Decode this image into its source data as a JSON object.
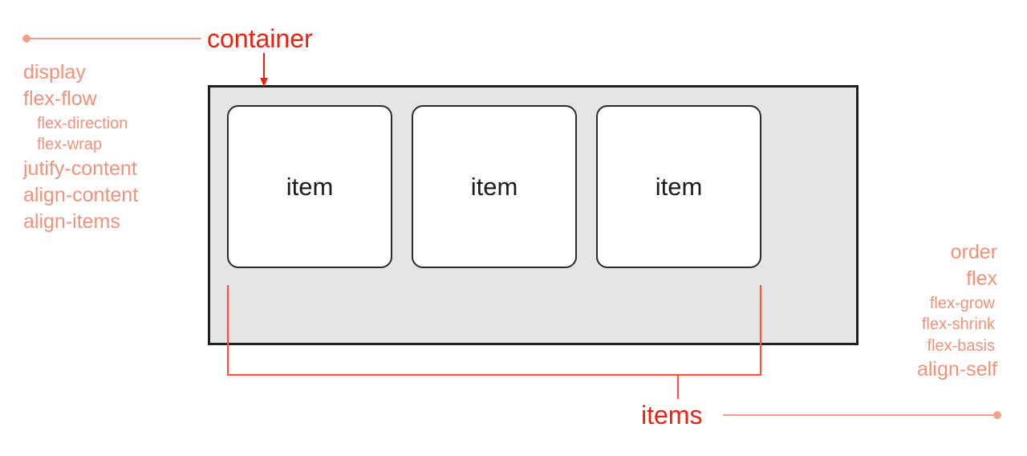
{
  "diagram": {
    "title_container": "container",
    "title_items": "items",
    "container_properties": [
      {
        "label": "display",
        "level": 1
      },
      {
        "label": "flex-flow",
        "level": 1
      },
      {
        "label": "flex-direction",
        "level": 2
      },
      {
        "label": "flex-wrap",
        "level": 2
      },
      {
        "label": "jutify-content",
        "level": 1
      },
      {
        "label": "align-content",
        "level": 1
      },
      {
        "label": "align-items",
        "level": 1
      }
    ],
    "item_properties": [
      {
        "label": "order",
        "level": 1
      },
      {
        "label": "flex",
        "level": 1
      },
      {
        "label": "flex-grow",
        "level": 2
      },
      {
        "label": "flex-shrink",
        "level": 2
      },
      {
        "label": "flex-basis",
        "level": 2
      },
      {
        "label": "align-self",
        "level": 1
      }
    ],
    "items": [
      {
        "label": "item"
      },
      {
        "label": "item"
      },
      {
        "label": "item"
      }
    ],
    "colors": {
      "callout_red": "#ee2012",
      "property_salmon": "#f0927b",
      "leader_salmon": "#f2a08c",
      "container_fill": "#e4e5e6",
      "container_border": "#211f1f",
      "item_fill": "#ffffff",
      "item_border": "#2b2a2a",
      "item_text": "#1b1b1b",
      "background": "#ffffff"
    }
  }
}
